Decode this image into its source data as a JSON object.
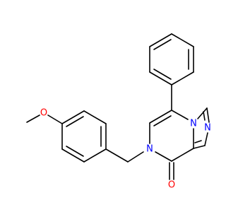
{
  "molecule": {
    "atom_labels": {
      "o_methoxy": "O",
      "n_pyrazinone": "N",
      "o_carbonyl": "O",
      "n_bridgehead": "N",
      "n_imidazole": "N"
    },
    "colors": {
      "bond": "#000000",
      "oxygen": "#ff0000",
      "nitrogen": "#0000ff",
      "background": "#ffffff"
    }
  }
}
